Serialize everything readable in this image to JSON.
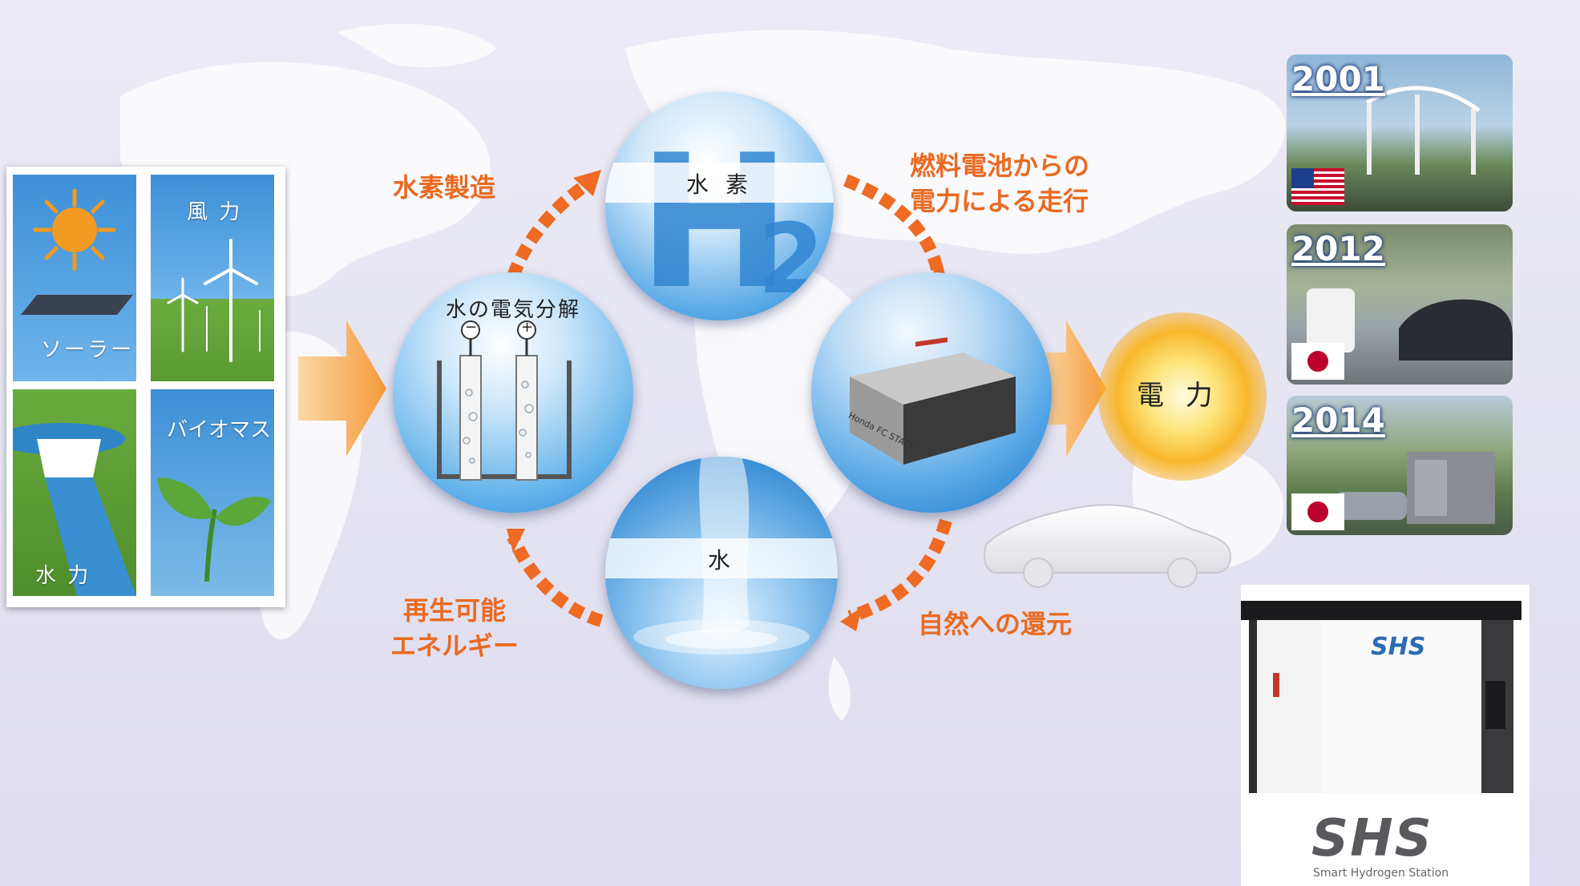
{
  "energy": {
    "solar": "ソーラー",
    "wind": "風 力",
    "hydro": "水 力",
    "biomass": "バイオマス"
  },
  "cycle": {
    "electrolysis": "水の電気分解",
    "minus": "−",
    "plus": "+",
    "hydrogen": "水 素",
    "water": "水",
    "power": "電 力",
    "fc_stack": "Honda FC STACK",
    "h_letter": "H",
    "two": "2"
  },
  "labels": {
    "production": "水素製造",
    "fuel_cell_line1": "燃料電池からの",
    "fuel_cell_line2": "電力による走行",
    "return_nature": "自然への還元",
    "renewable_line1": "再生可能",
    "renewable_line2": "エネルギー"
  },
  "stations": [
    {
      "year": "2001",
      "flag": "us-flag"
    },
    {
      "year": "2012",
      "flag": "japan-flag"
    },
    {
      "year": "2014",
      "flag": "japan-flag"
    }
  ],
  "shs": {
    "logo": "SHS",
    "unit_logo": "SHS",
    "caption": "Smart  Hydrogen  Station"
  },
  "colors": {
    "accent_orange": "#ea6a21",
    "arrow_orange": "#f7a64a",
    "sphere_blue": "#2c7fd0"
  }
}
